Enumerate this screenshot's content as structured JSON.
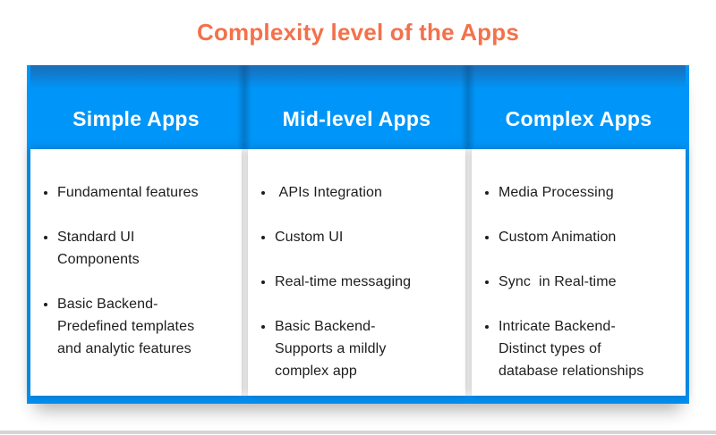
{
  "title": "Complexity level of the Apps",
  "table": {
    "columns": [
      {
        "header": "Simple Apps",
        "items": [
          "Fundamental features",
          "Standard UI\nComponents",
          "Basic Backend-\nPredefined templates\nand analytic features"
        ]
      },
      {
        "header": "Mid-level Apps",
        "items": [
          " APIs Integration",
          "Custom UI",
          "Real-time messaging",
          "Basic Backend-\nSupports a mildly\ncomplex app"
        ]
      },
      {
        "header": "Complex Apps",
        "items": [
          "Media Processing",
          "Custom Animation",
          "Sync  in Real-time",
          "Intricate Backend-\nDistinct types of\ndatabase relationships"
        ]
      }
    ]
  },
  "colors": {
    "title_orange": "#F3714B",
    "header_blue": "#0095F8",
    "header_blue_dark": "#1A6DB6",
    "bottom_bar_blue": "#0090F2",
    "body_text": "#1D1D1D",
    "bottom_divider_gray": "#D5D5D5"
  }
}
